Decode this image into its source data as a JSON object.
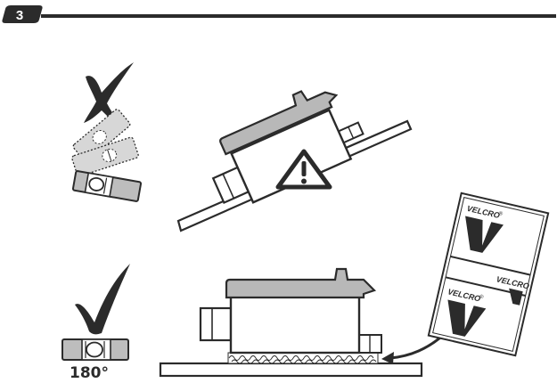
{
  "step": {
    "number": "3"
  },
  "bad_example": {
    "status_mark": "cross-icon",
    "warning": "warning-triangle-icon"
  },
  "good_example": {
    "status_mark": "check-icon",
    "rotation_label": "180°"
  },
  "velcro": {
    "brand": "VELCRO",
    "mark": "®"
  },
  "colors": {
    "ink": "#2b2b2b",
    "gray_fill": "#b8b8b8",
    "dark_fill": "#4a4a4a",
    "paper": "#ffffff"
  }
}
